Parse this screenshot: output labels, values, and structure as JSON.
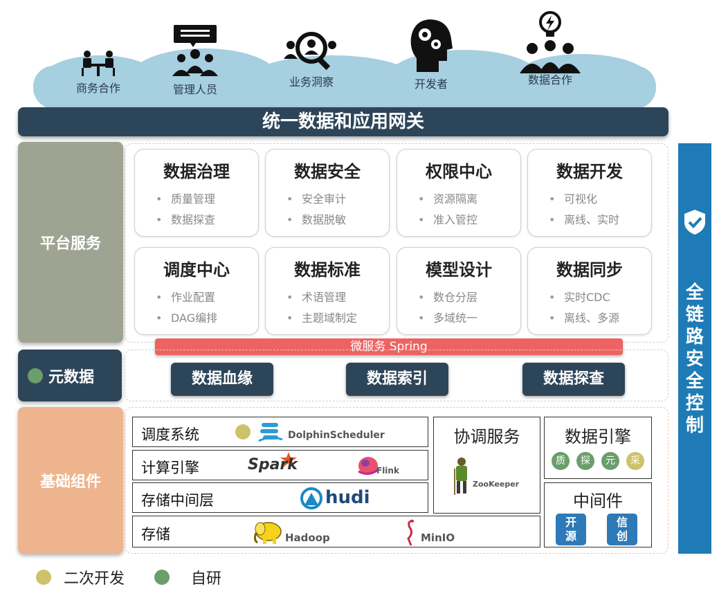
{
  "personas": [
    {
      "label": "商务合作",
      "icon": "meeting-icon"
    },
    {
      "label": "管理人员",
      "icon": "managers-icon"
    },
    {
      "label": "业务洞察",
      "icon": "insight-icon"
    },
    {
      "label": "开发者",
      "icon": "developer-icon"
    },
    {
      "label": "数据合作",
      "icon": "team-idea-icon"
    }
  ],
  "gateway": "统一数据和应用网关",
  "platform": {
    "label": "平台服务",
    "cards": [
      {
        "title": "数据治理",
        "items": [
          "质量管理",
          "数据探查"
        ]
      },
      {
        "title": "数据安全",
        "items": [
          "安全审计",
          "数据脱敏"
        ]
      },
      {
        "title": "权限中心",
        "items": [
          "资源隔离",
          "准入管控"
        ]
      },
      {
        "title": "数据开发",
        "items": [
          "可视化",
          "离线、实时"
        ]
      },
      {
        "title": "调度中心",
        "items": [
          "作业配置",
          "DAG编排"
        ]
      },
      {
        "title": "数据标准",
        "items": [
          "术语管理",
          "主题域制定"
        ]
      },
      {
        "title": "模型设计",
        "items": [
          "数仓分层",
          "多域统一"
        ]
      },
      {
        "title": "数据同步",
        "items": [
          "实时CDC",
          "离线、多源"
        ]
      }
    ],
    "bullet": "•"
  },
  "microservice": "微服务 Spring",
  "metadata": {
    "label": "元数据",
    "buttons": [
      "数据血缘",
      "数据索引",
      "数据探查"
    ]
  },
  "foundation": {
    "label": "基础组件",
    "rows": [
      {
        "label": "调度系统",
        "brands": [
          "DolphinScheduler"
        ]
      },
      {
        "label": "计算引擎",
        "brands": [
          "Spark",
          "Flink"
        ]
      },
      {
        "label": "存储中间层",
        "brands": [
          "hudi"
        ]
      },
      {
        "label": "存储",
        "brands": [
          "Hadoop",
          "MinIO"
        ]
      }
    ],
    "coordination": {
      "title": "协调服务",
      "brand": "ZooKeeper"
    },
    "engine": {
      "title": "数据引擎",
      "chips": [
        "质",
        "探",
        "元",
        "采"
      ]
    },
    "middleware": {
      "title": "中间件",
      "tags": [
        "开源",
        "信创"
      ]
    }
  },
  "security_bar": "全链路安全控制",
  "legend": [
    {
      "label": "二次开发",
      "color": "#cdc26a"
    },
    {
      "label": "自研",
      "color": "#6a9e6a"
    }
  ],
  "colors": {
    "dark": "#2d4559",
    "platform": "#9ea491",
    "foundation": "#eeb48e",
    "micro": "#ec6362",
    "security": "#1f7bb6",
    "green": "#6a9e6a",
    "yellow": "#cdc26a",
    "cloud": "#a6cfe0"
  }
}
